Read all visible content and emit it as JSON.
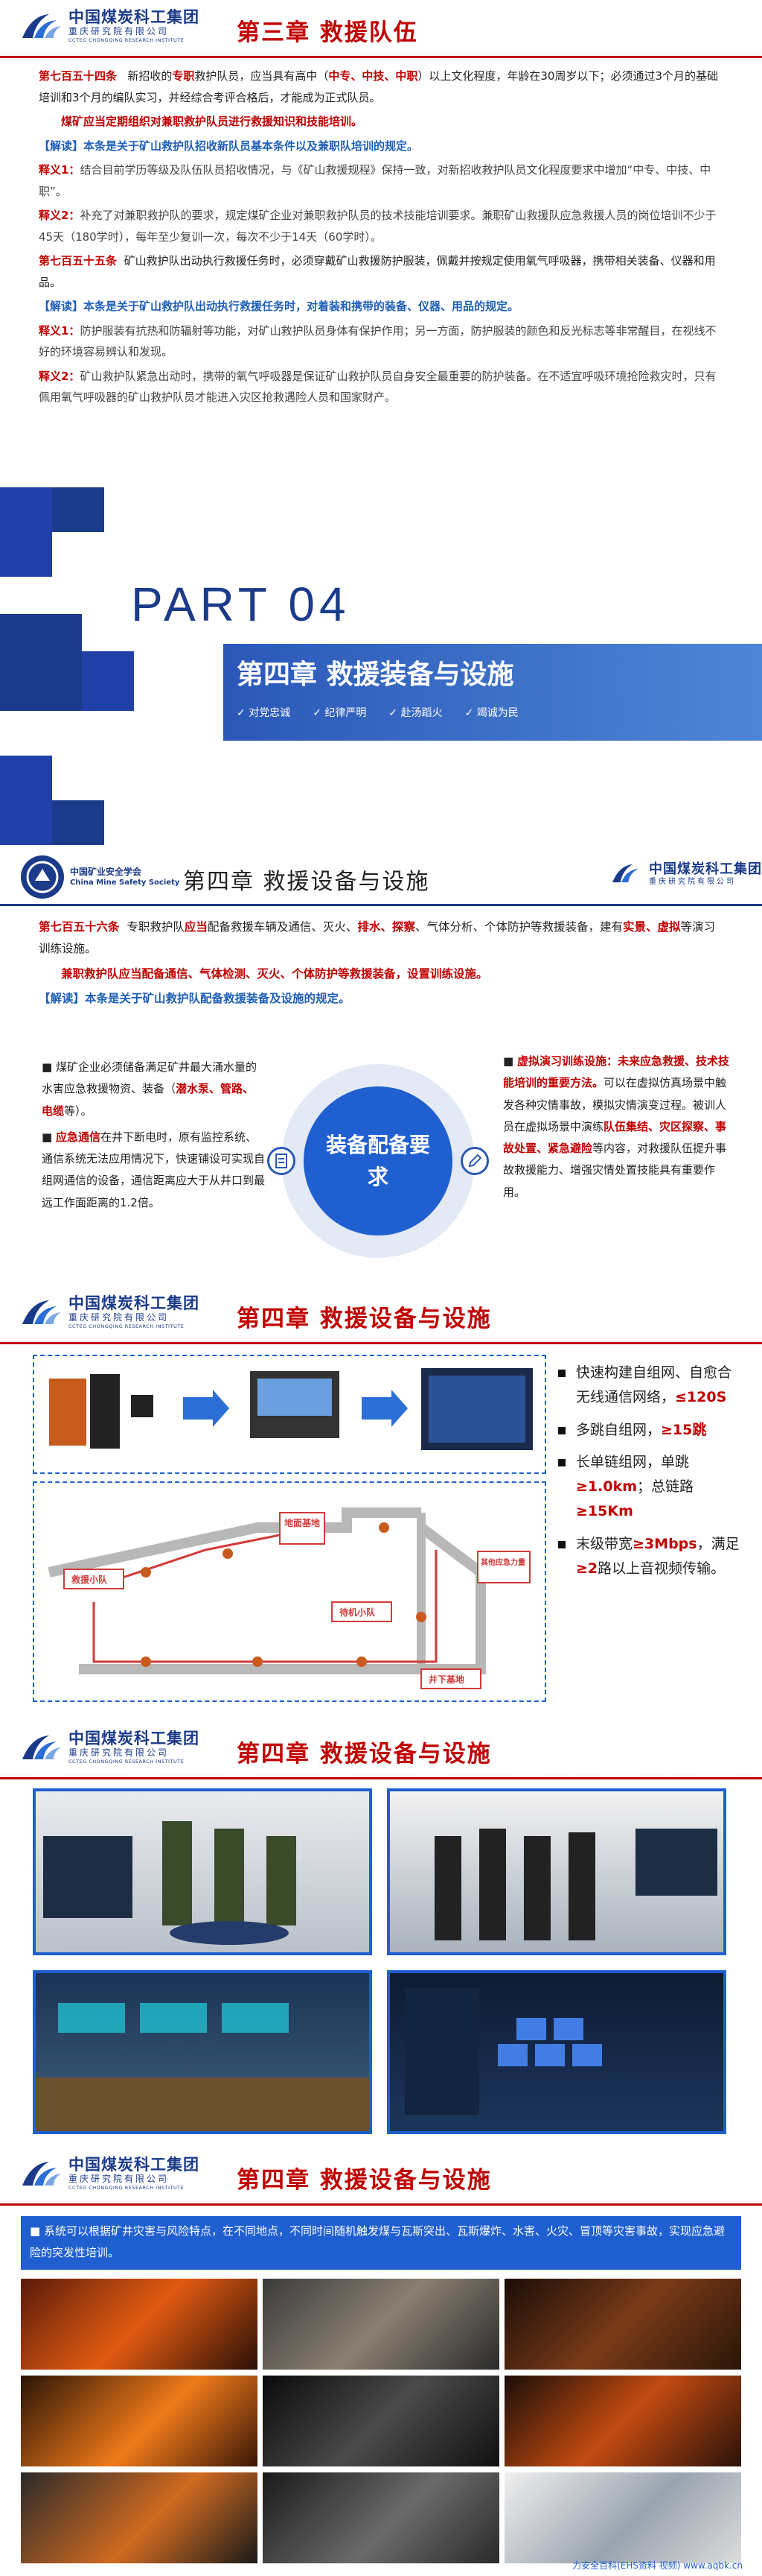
{
  "brand": {
    "cn": "中国煤炭科工集团",
    "sub": "重庆研究院有限公司",
    "en": "CCTEG CHONGQING RESEARCH INSTITUTE"
  },
  "s1": {
    "title": "第三章  救援队伍",
    "p1_head": "第七百五十四条",
    "p1_a": "新招收的",
    "p1_hl": "专职",
    "p1_b": "救护队员，应当具有高中（",
    "p1_c": "中专、中技、中职",
    "p1_d": "）以上文化程度，年龄在30周岁以下；必须通过3个月的基础培训和3个月的编队实习，并经综合考评合格后，才能成为正式队员。",
    "p2": "煤矿应当定期组织对兼职救护队员进行救援知识和技能培训。",
    "p3_k": "【解读】",
    "p3": "本条是关于矿山救护队招收新队员基本条件以及兼职队培训的规定。",
    "p4_k": "释义1：",
    "p4": "结合目前学历等级及队伍队员招收情况，与《矿山救援规程》保持一致，对新招收救护队员文化程度要求中增加“中专、中技、中职”。",
    "p5_k": "释义2：",
    "p5": "补充了对兼职救护队的要求，规定煤矿企业对兼职救护队员的技术技能培训要求。兼职矿山救援队应急救援人员的岗位培训不少于45天（180学时），每年至少复训一次，每次不少于14天（60学时）。",
    "p6_head": "第七百五十五条",
    "p6": "矿山救护队出动执行救援任务时，必须穿戴矿山救援防护服装，佩戴并按规定使用氧气呼吸器，携带相关装备、仪器和用品。",
    "p7_k": "【解读】",
    "p7": "本条是关于矿山救护队出动执行救援任务时，对着装和携带的装备、仪器、用品的规定。",
    "p8_k": "释义1：",
    "p8": "防护服装有抗热和防辐射等功能，对矿山救护队员身体有保护作用；另一方面，防护服装的颜色和反光标志等非常醒目，在视线不好的环境容易辨认和发现。",
    "p9_k": "释义2：",
    "p9": "矿山救护队紧急出动时，携带的氧气呼吸器是保证矿山救护队员自身安全最重要的防护装备。在不适宜呼吸环境抢险救灾时，只有佩用氧气呼吸器的矿山救护队员才能进入灾区抢救遇险人员和国家财产。"
  },
  "s2": {
    "part": "PART 04",
    "title": "第四章  救援装备与设施",
    "tags": [
      "对党忠诚",
      "纪律严明",
      "赴汤蹈火",
      "竭诚为民"
    ]
  },
  "s3": {
    "assoc_cn": "中国矿业安全学会",
    "assoc_en": "China Mine Safety Society",
    "title": "第四章  救援设备与设施",
    "p1_head": "第七百五十六条",
    "p1_a": "专职救护队",
    "p1_b": "应当",
    "p1_c": "配备救援车辆及通信、灭火、",
    "p1_d": "排水、探察",
    "p1_e": "、气体分析、个体防护等救援装备，建有",
    "p1_f": "实景、虚拟",
    "p1_g": "等演习训练设施。",
    "p2": "兼职救护队应当配备通信、气体检测、灭火、个体防护等救援装备，设置训练设施。",
    "p3_k": "【解读】",
    "p3": "本条是关于矿山救护队配备救援装备及设施的规定。",
    "left_1": "煤矿企业必须储备满足矿井最大涌水量的水害应急救援物资、装备（",
    "left_1_hl": "潜水泵、管路、电缆",
    "left_1_end": "等）。",
    "left_2_k": "应急通信",
    "left_2": "在井下断电时，原有监控系统、通信系统无法应用情况下，快速铺设可实现自组网通信的设备，通信距离应大于从井口到最远工作面距离的1.2倍。",
    "hub": "装备配备要求",
    "right_k": "虚拟演习训练设施：未来应急救援、技术技能培训的重要方法。",
    "right_a": "可以在虚拟仿真场景中触发各种灾情事故，模拟灾情演变过程。被训人员在虚拟场景中演练",
    "right_hl": "队伍集结、灾区探察、事故处置、紧急避险",
    "right_b": "等内容，对救援队伍提升事故救援能力、增强灾情处置技能具有重要作用。"
  },
  "s4": {
    "title": "第四章  救援设备与设施",
    "labels": [
      "救援小队",
      "地面基地",
      "待机小队",
      "井下基地",
      "其他应急力量"
    ],
    "b1": "快速构建自组网、自愈合无线通信网络，",
    "b1_hl": "≤120S",
    "b2": "多跳自组网，",
    "b2_hl": "≥15跳",
    "b3": "长单链组网，单跳",
    "b3_hl": "≥1.0km",
    "b3_b": "；总链路",
    "b3_hl2": "≥15Km",
    "b4": "末级带宽",
    "b4_hl": "≥3Mbps",
    "b4_b": "，满足",
    "b4_hl2": "≥2",
    "b4_c": "路以上音视频传输。"
  },
  "s5": {
    "title": "第四章  救援设备与设施"
  },
  "s6": {
    "title": "第四章  救援设备与设施",
    "banner": "系统可以根据矿井灾害与风险特点，在不同地点，不同时间随机触发煤与瓦斯突出、瓦斯爆炸、水害、火灾、冒顶等灾害事故，实现应急避险的突发性培训。",
    "footer": "力安全百科(EHS资料 视频) www.aqbk.cn"
  },
  "colors": {
    "red": "#c00000",
    "blue": "#1f5fb7",
    "navy": "#1b3b8a"
  }
}
